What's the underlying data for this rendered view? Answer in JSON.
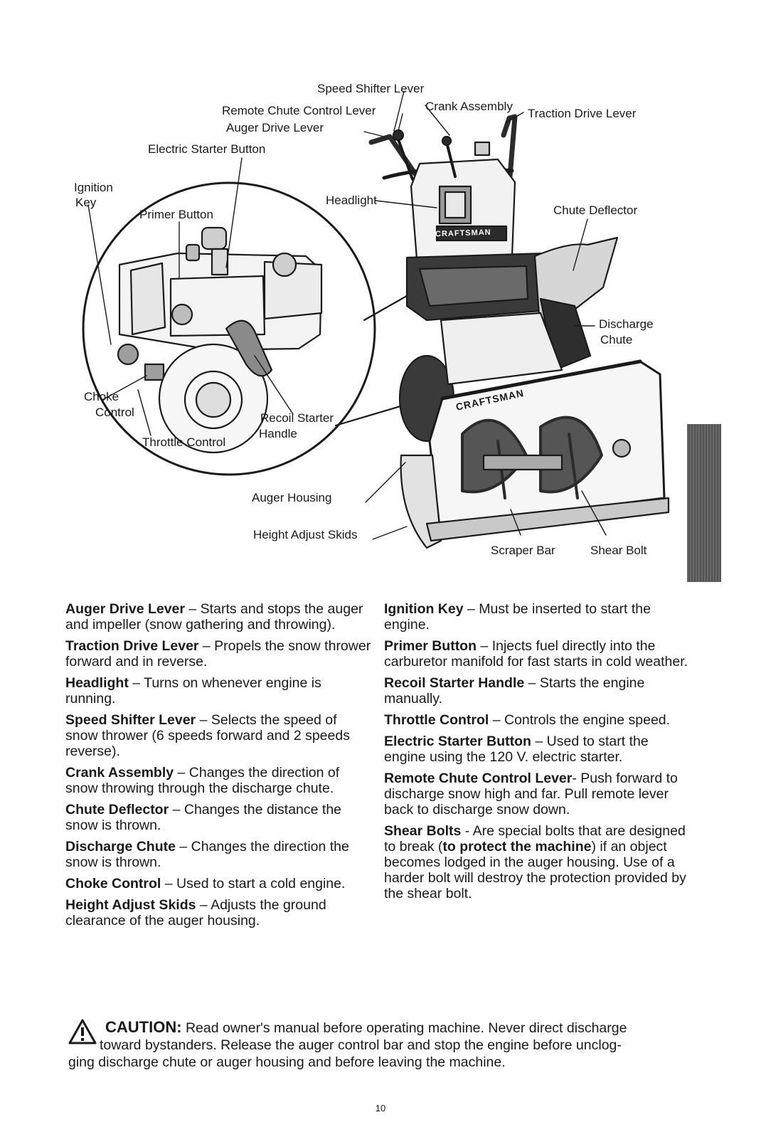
{
  "diagram": {
    "labels": {
      "speed_shifter_lever": "Speed Shifter Lever",
      "remote_chute_control_lever": "Remote Chute Control Lever",
      "crank_assembly": "Crank Assembly",
      "traction_drive_lever": "Traction Drive Lever",
      "auger_drive_lever": "Auger Drive Lever",
      "electric_starter_button": "Electric Starter Button",
      "ignition": "Ignition",
      "key": "Key",
      "primer_button": "Primer Button",
      "headlight": "Headlight",
      "chute_deflector": "Chute Deflector",
      "discharge": "Discharge",
      "chute": "Chute",
      "choke": "Choke",
      "control": "Control",
      "recoil_starter": "Recoil Starter",
      "handle": "Handle",
      "throttle_control": "Throttle Control",
      "auger_housing": "Auger Housing",
      "height_adjust_skids": "Height Adjust Skids",
      "scraper_bar": "Scraper Bar",
      "shear_bolt": "Shear Bolt",
      "brand_dash": "CRAFTSMAN",
      "brand_housing": "CRAFTSMAN"
    }
  },
  "definitions_left": [
    {
      "term": "Auger Drive Lever",
      "desc": " – Starts and stops the auger and impeller (snow gathering and throwing)."
    },
    {
      "term": "Traction Drive Lever",
      "desc": " – Propels the snow thrower forward and in reverse."
    },
    {
      "term": "Headlight",
      "desc": " – Turns on whenever engine is running."
    },
    {
      "term": "Speed Shifter Lever",
      "desc": " – Selects the speed of snow thrower (6 speeds forward and 2 speeds reverse)."
    },
    {
      "term": "Crank Assembly",
      "desc": " – Changes the direction of snow throwing through the discharge chute."
    },
    {
      "term": "Chute Deflector",
      "desc": " – Changes the distance the snow is thrown."
    },
    {
      "term": "Discharge Chute",
      "desc": " – Changes the direction the snow is thrown."
    },
    {
      "term": "Choke Control",
      "desc": " – Used to start a cold engine."
    },
    {
      "term": "Height Adjust Skids",
      "desc": " – Adjusts the ground clearance of the auger housing."
    }
  ],
  "definitions_right": [
    {
      "term": "Ignition Key",
      "desc": " – Must be inserted to start the engine."
    },
    {
      "term": "Primer Button",
      "desc": " – Injects fuel directly into the carburetor manifold for fast starts in cold weather."
    },
    {
      "term": "Recoil Starter Handle",
      "desc": " – Starts the engine manually."
    },
    {
      "term": "Throttle Control",
      "desc": " – Controls the engine speed."
    },
    {
      "term": "Electric Starter Button",
      "desc": " – Used to start the engine using the 120 V. electric starter."
    },
    {
      "term": "Remote Chute Control Lever",
      "desc": "- Push forward to discharge snow high and far. Pull remote lever back to discharge snow down."
    }
  ],
  "shear_bolts": {
    "term": "Shear Bolts",
    "desc_1": " - Are special bolts that are designed to break (",
    "emphasis": "to protect the machine",
    "desc_2": ") if an object becomes lodged in the auger housing. Use of a harder bolt will destroy the protection provided by the shear bolt."
  },
  "caution": {
    "word": "CAUTION:",
    "line1": " Read owner's manual before operating machine. Never direct discharge",
    "line2": "toward bystanders. Release the auger control bar and stop the engine before unclog-",
    "line3": "ging discharge chute or auger housing and before leaving the machine."
  },
  "page_number": "10"
}
